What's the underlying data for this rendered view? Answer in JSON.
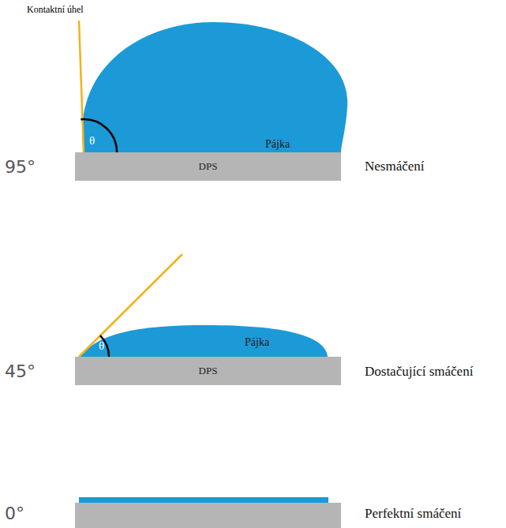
{
  "diagram": {
    "nodes": [
      {
        "text": [
          "Pájka"
        ]
      },
      {
        "text": [
          "DPS"
        ]
      },
      {
        "text": [
          "Pájka"
        ]
      },
      {
        "text": [
          "DPS"
        ]
      }
    ],
    "labels": [
      "Kontaktní úhel",
      "θ",
      "95°",
      "Nesmáčení",
      "θ",
      "45°",
      "Dostačující smáčení",
      "0°",
      "Perfektní smáčení"
    ]
  }
}
